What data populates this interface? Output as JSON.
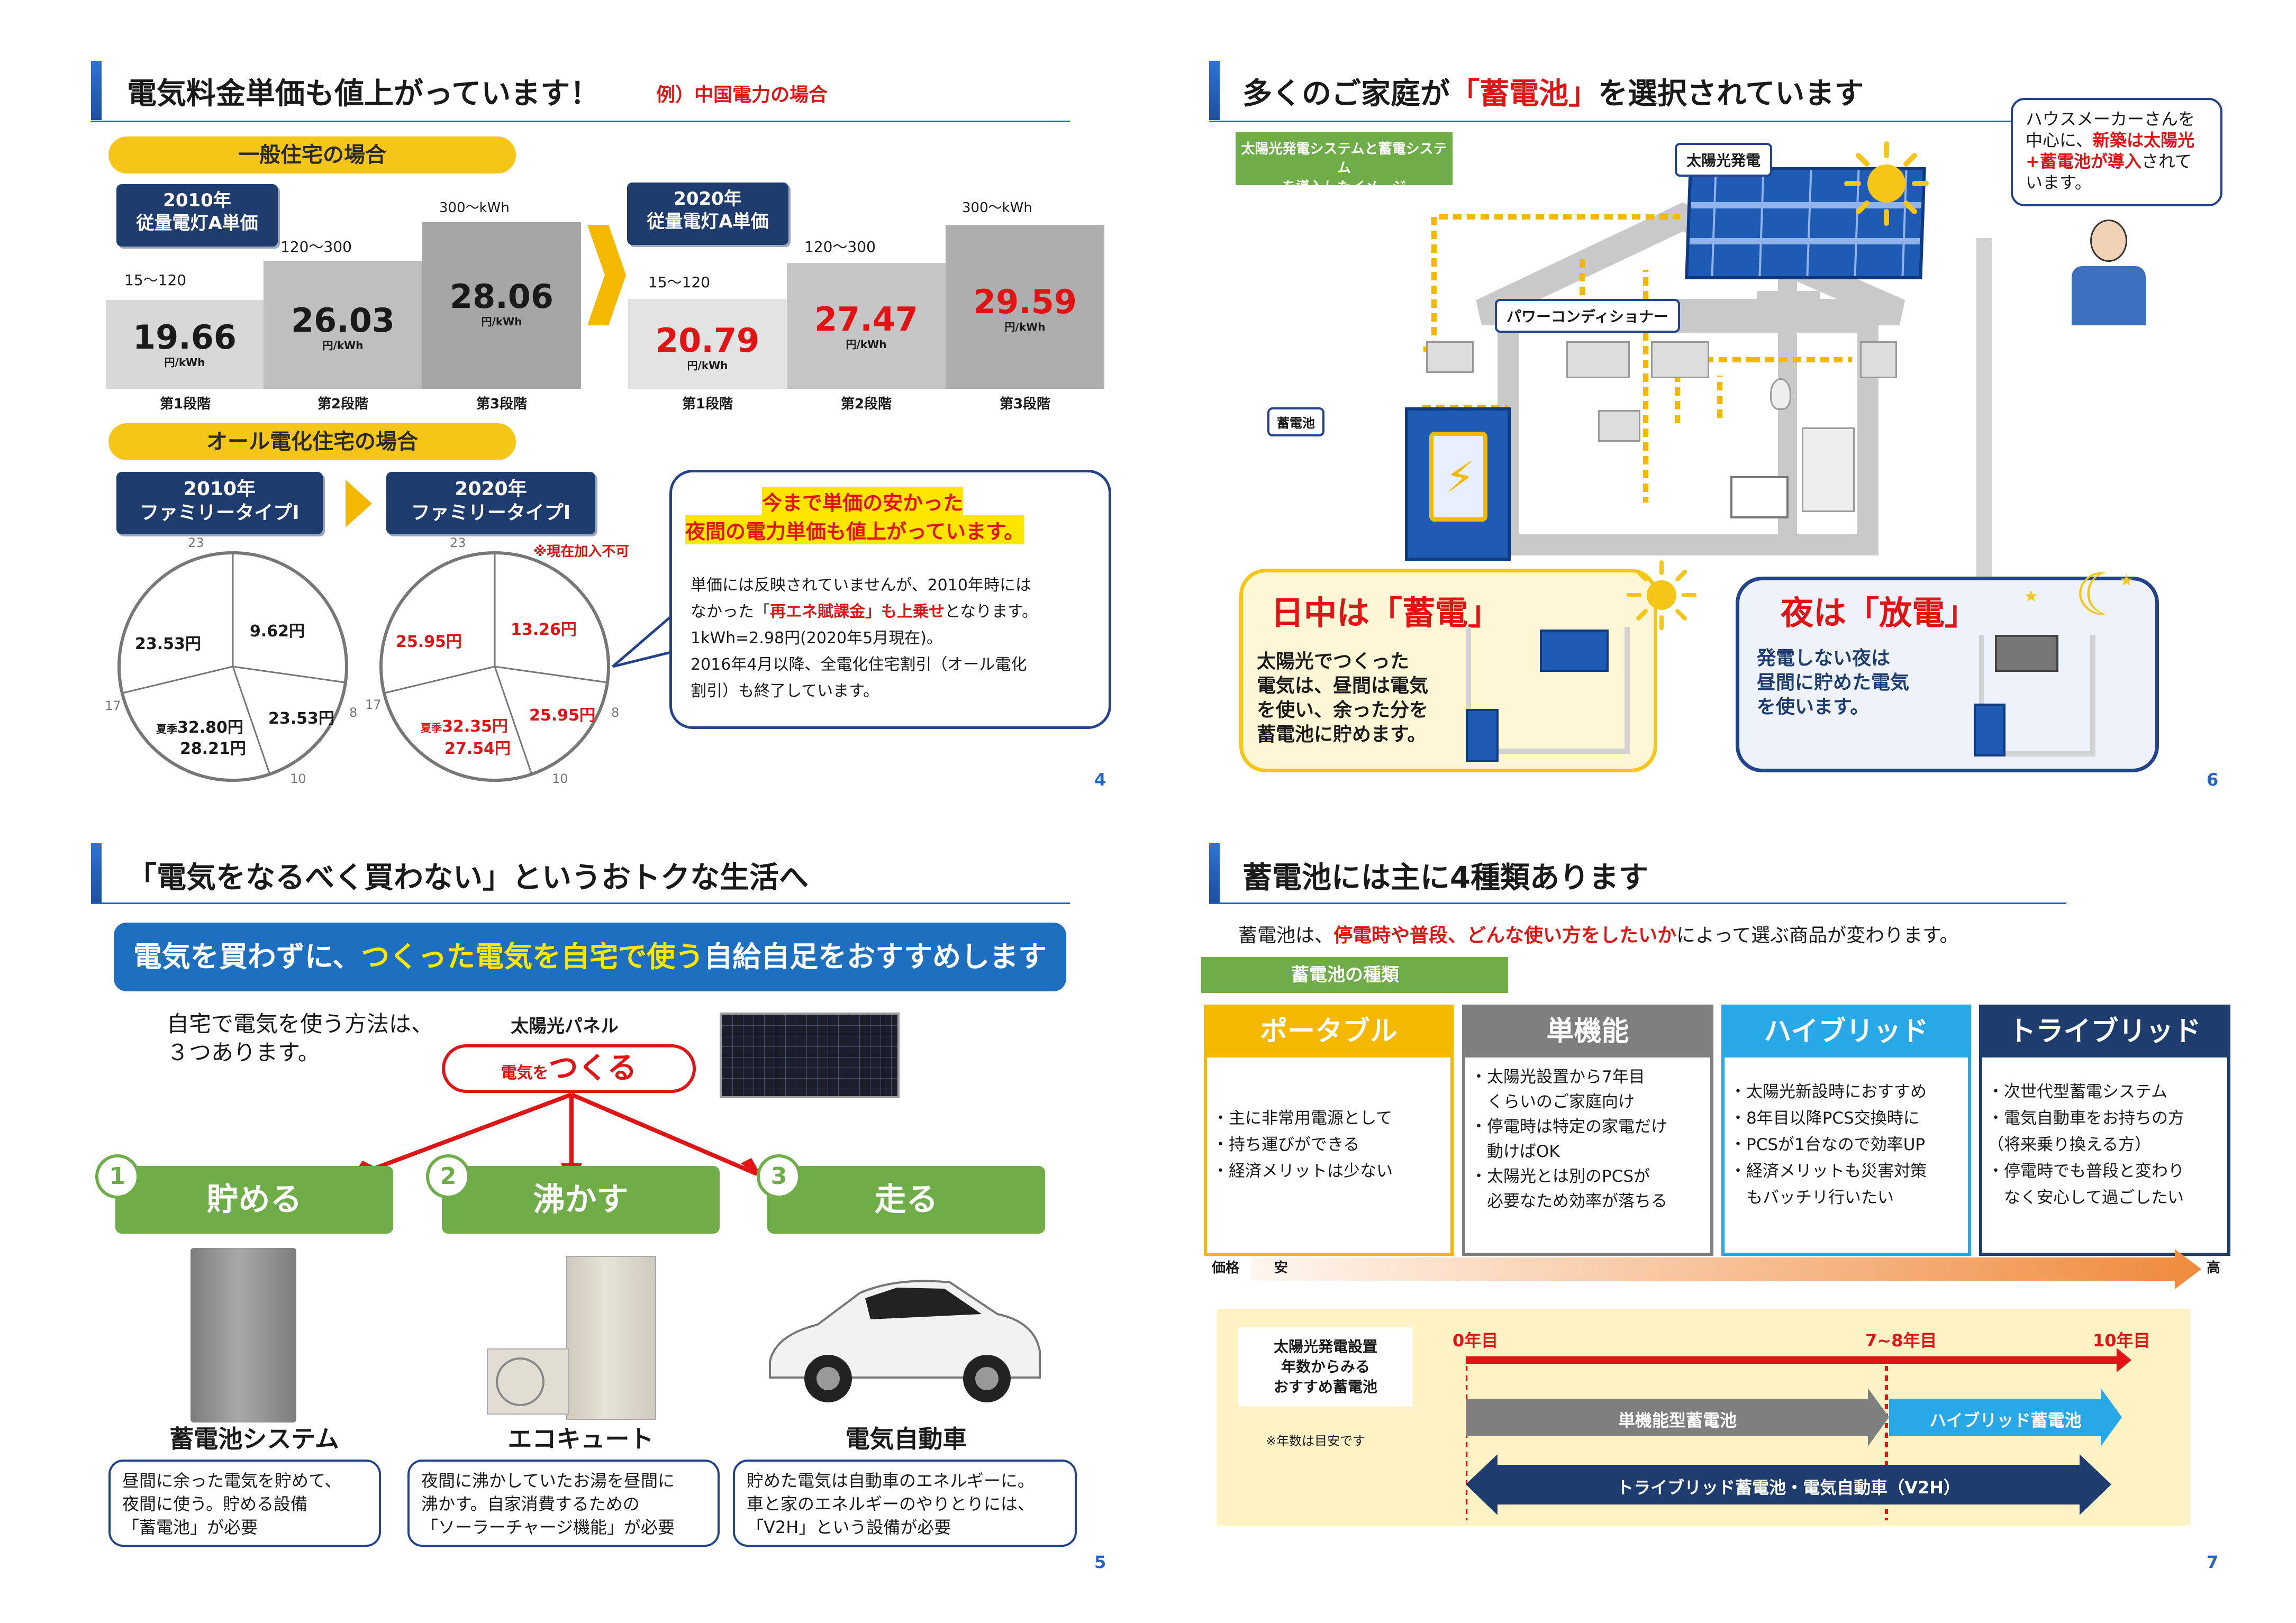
{
  "colors": {
    "navy": "#1f3c6e",
    "accent_blue": "#2366c5",
    "red": "#e01414",
    "yellow": "#f5c518",
    "green": "#6fad48"
  },
  "slide4": {
    "title": "電気料金単価も値上がっています！",
    "example": "例）中国電力の場合",
    "section1": "一般住宅の場合",
    "box_2010": {
      "year": "2010年",
      "plan": "従量電灯A単価"
    },
    "box_2020": {
      "year": "2020年",
      "plan": "従量電灯A単価"
    },
    "range_labels": [
      "15～120",
      "120～300",
      "300～kWh"
    ],
    "unit": "円/kWh",
    "tiers": [
      "第1段階",
      "第2段階",
      "第3段階"
    ],
    "prices_2010": [
      "19.66",
      "26.03",
      "28.06"
    ],
    "prices_2020": [
      "20.79",
      "27.47",
      "29.59"
    ],
    "section2": "オール電化住宅の場合",
    "family_2010": {
      "year": "2010年",
      "plan": "ファミリータイプⅠ"
    },
    "family_2020": {
      "year": "2020年",
      "plan": "ファミリータイプⅠ"
    },
    "not_available": "※現在加入不可",
    "clock_labels": [
      "23",
      "8",
      "10",
      "17"
    ],
    "pie_2010": {
      "night": "9.62円",
      "left": "23.53円",
      "right": "23.53円",
      "summer_label": "夏季",
      "summer": "32.80円",
      "other": "28.21円"
    },
    "pie_2020": {
      "night": "13.26円",
      "left": "25.95円",
      "right": "25.95円",
      "summer_label": "夏季",
      "summer": "32.35円",
      "other": "27.54円"
    },
    "callout": {
      "head1": "今まで単価の安かった",
      "head2": "夜間の電力単価も値上がっています。",
      "line1": "単価には反映されていませんが、2010年時には",
      "line2a": "なかった「",
      "line2b": "再エネ賦課金」も上乗せ",
      "line2c": "となります。",
      "line3": "1kWh=2.98円(2020年5月現在)。",
      "line4": "2016年4月以降、全電化住宅割引（オール電化",
      "line5": "割引）も終了しています。"
    },
    "page": "4"
  },
  "slide6": {
    "title_a": "多くのご家庭が",
    "title_b": "「蓄電池」",
    "title_c": "を選択されています",
    "green_label": "太陽光発電システムと蓄電システム\nを導入したイメージ",
    "solar_label": "太陽光発電",
    "pcs_label": "パワーコンディショナー",
    "battery_label": "蓄電池",
    "speech_a": "ハウスメーカーさんを",
    "speech_b": "中心に、",
    "speech_c": "新築は太陽光",
    "speech_d": "+蓄電池が導入",
    "speech_e": "されて",
    "speech_f": "います。",
    "day_title": "日中は「蓄電」",
    "day_text": "太陽光でつくった\n電気は、昼間は電気\nを使い、余った分を\n蓄電池に貯めます。",
    "night_title": "夜は「放電」",
    "night_text": "発電しない夜は\n昼間に貯めた電気\nを使います。",
    "page": "6"
  },
  "slide5": {
    "title": "「電気をなるべく買わない」というおトクな生活へ",
    "banner_a": "電気を買わずに、",
    "banner_b": "つくった電気を自宅で使う",
    "banner_c": "自給自足をおすすめします",
    "intro": "自宅で電気を使う方法は、\n３つあります。",
    "panel_label": "太陽光パネル",
    "make_small": "電気を",
    "make_big": "つくる",
    "methods": [
      {
        "num": "1",
        "label": "貯める",
        "caption": "蓄電池システム",
        "desc": "昼間に余った電気を貯めて、\n夜間に使う。貯める設備\n「蓄電池」が必要"
      },
      {
        "num": "2",
        "label": "沸かす",
        "caption": "エコキュート",
        "desc": "夜間に沸かしていたお湯を昼間に\n沸かす。自家消費するための\n「ソーラーチャージ機能」が必要"
      },
      {
        "num": "3",
        "label": "走る",
        "caption": "電気自動車",
        "desc": "貯めた電気は自動車のエネルギーに。\n車と家のエネルギーのやりとりには、\n「V2H」という設備が必要"
      }
    ],
    "page": "5"
  },
  "slide7": {
    "title": "蓄電池には主に4種類あります",
    "intro_a": "蓄電池は、",
    "intro_b": "停電時や普段、どんな使い方をしたいか",
    "intro_c": "によって選ぶ商品が変わります。",
    "types_label": "蓄電池の種類",
    "types": [
      {
        "name": "ポータブル",
        "items": [
          "・主に非常用電源として",
          "・持ち運びができる",
          "・経済メリットは少ない"
        ]
      },
      {
        "name": "単機能",
        "items": [
          "・太陽光設置から7年目",
          "　くらいのご家庭向け",
          "・停電時は特定の家電だけ",
          "　動けばOK",
          "・太陽光とは別のPCSが",
          "　必要なため効率が落ちる"
        ]
      },
      {
        "name": "ハイブリッド",
        "items": [
          "・太陽光新設時におすすめ",
          "・8年目以降PCS交換時に",
          "・PCSが1台なので効率UP",
          "・経済メリットも災害対策",
          "　もバッチリ行いたい"
        ]
      },
      {
        "name": "トライブリッド",
        "items": [
          "・次世代型蓄電システム",
          "・電気自動車をお持ちの方",
          "（将来乗り換える方）",
          "・停電時でも普段と変わり",
          "　なく安心して過ごしたい"
        ]
      }
    ],
    "price_label": "価格",
    "price_low": "安",
    "price_high": "高",
    "timeline_title": "太陽光発電設置\n年数からみる\nおすすめ蓄電池",
    "note": "※年数は目安です",
    "years": [
      "0年目",
      "7~8年目",
      "10年目"
    ],
    "arrow_single": "単機能型蓄電池",
    "arrow_hybrid": "ハイブリッド蓄電池",
    "arrow_tri": "トライブリッド蓄電池・電気自動車（V2H）",
    "page": "7"
  }
}
